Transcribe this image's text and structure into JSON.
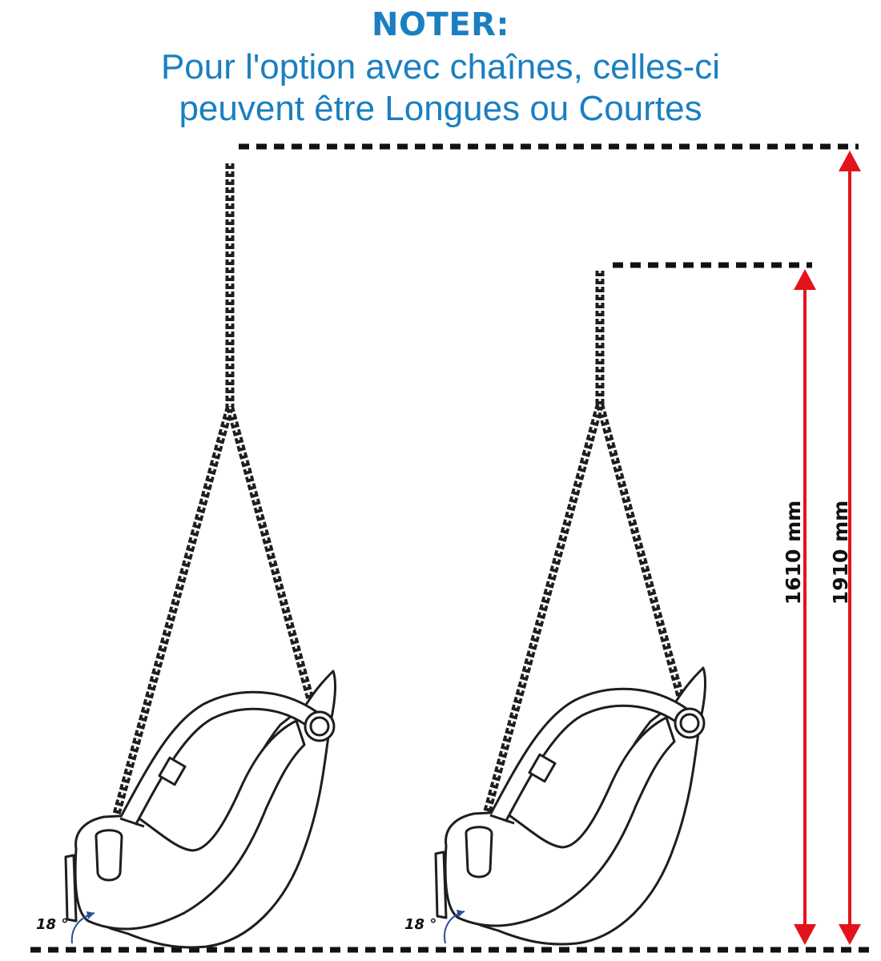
{
  "note": {
    "title": "NOTER:",
    "line1": "Pour l'option avec chaînes, celles-ci",
    "line2": "peuvent être Longues ou Courtes",
    "color": "#1a7fc1"
  },
  "dimensions": {
    "long_chain_height": "1910 mm",
    "short_chain_height": "1610 mm",
    "arrow_color": "#e3131b"
  },
  "swings": {
    "long": {
      "tilt_angle": "18 °"
    },
    "short": {
      "tilt_angle": "18 °"
    }
  },
  "icons": {
    "swing_seat": "swing-seat-icon",
    "chain": "chain-icon",
    "dimension_arrow": "double-arrow-icon"
  }
}
